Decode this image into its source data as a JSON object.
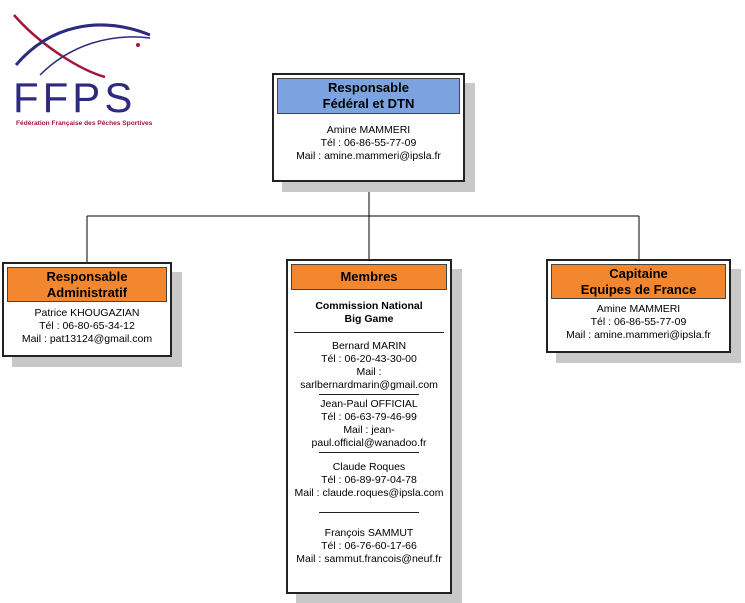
{
  "logo": {
    "letters": "FFPS",
    "tagline": "Fédération Française des Pêches Sportives",
    "colors": {
      "letters": "#2e2a7e",
      "swoosh": "#a1173a"
    }
  },
  "colors": {
    "head_blue": "#7aa3e0",
    "head_orange": "#f2872f",
    "shadow": "#c8c8c8"
  },
  "top": {
    "title": [
      "Responsable",
      "Fédéral et DTN"
    ],
    "name": "Amine MAMMERI",
    "tel": "Tél : 06-86-55-77-09",
    "mail": "Mail : amine.mammeri@ipsla.fr"
  },
  "left": {
    "title": [
      "Responsable",
      "Administratif"
    ],
    "name": "Patrice KHOUGAZIAN",
    "tel": "Tél : 06-80-65-34-12",
    "mail": "Mail : pat13124@gmail.com"
  },
  "right": {
    "title": [
      "Capitaine",
      "Equipes de France"
    ],
    "name": "Amine MAMMERI",
    "tel": "Tél : 06-86-55-77-09",
    "mail": "Mail : amine.mammeri@ipsla.fr"
  },
  "middle": {
    "title": "Membres",
    "subtitle": [
      "Commission National",
      "Big Game"
    ],
    "members": [
      {
        "lines": [
          "Bernard MARIN",
          "Tél : 06-20-43-30-00",
          "Mail :",
          "sarlbernardmarin@gmail.com"
        ]
      },
      {
        "lines": [
          "Jean-Paul OFFICIAL",
          "Tél : 06-63-79-46-99",
          "Mail : jean-",
          "paul.official@wanadoo.fr"
        ]
      },
      {
        "lines": [
          "Claude Roques",
          "Tél : 06-89-97-04-78",
          "Mail : claude.roques@ipsla.com"
        ]
      },
      {
        "lines": [
          "François SAMMUT",
          "Tél : 06-76-60-17-66",
          "Mail : sammut.francois@neuf.fr"
        ]
      }
    ]
  }
}
